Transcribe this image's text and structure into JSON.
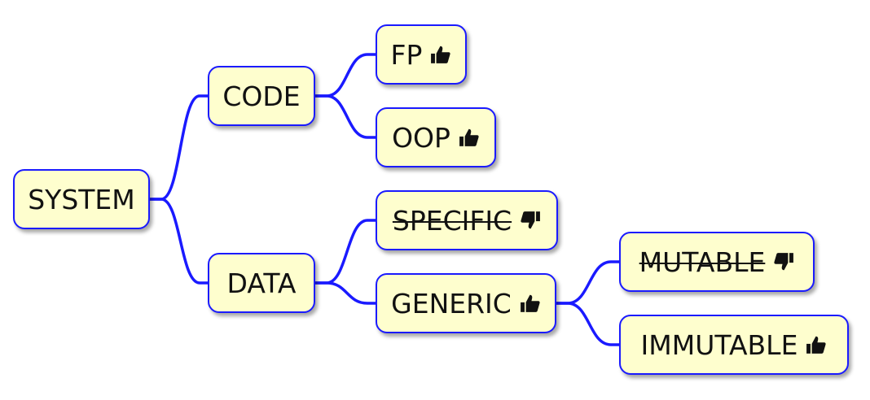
{
  "diagram": {
    "link_color": "#1a1aff",
    "node_fill": "#fefece",
    "nodes": [
      {
        "id": "system",
        "label": "SYSTEM",
        "parent": null,
        "rating": null,
        "struck": false
      },
      {
        "id": "code",
        "label": "CODE",
        "parent": "system",
        "rating": null,
        "struck": false
      },
      {
        "id": "data",
        "label": "DATA",
        "parent": "system",
        "rating": null,
        "struck": false
      },
      {
        "id": "fp",
        "label": "FP",
        "parent": "code",
        "rating": "thumbs-up-icon",
        "struck": false
      },
      {
        "id": "oop",
        "label": "OOP",
        "parent": "code",
        "rating": "thumbs-up-icon",
        "struck": false
      },
      {
        "id": "specific",
        "label": "SPECIFIC",
        "parent": "data",
        "rating": "thumbs-down-icon",
        "struck": true
      },
      {
        "id": "generic",
        "label": "GENERIC",
        "parent": "data",
        "rating": "thumbs-up-icon",
        "struck": false
      },
      {
        "id": "mutable",
        "label": "MUTABLE",
        "parent": "generic",
        "rating": "thumbs-down-icon",
        "struck": true
      },
      {
        "id": "immutable",
        "label": "IMMUTABLE",
        "parent": "generic",
        "rating": "thumbs-up-icon",
        "struck": false
      }
    ]
  }
}
